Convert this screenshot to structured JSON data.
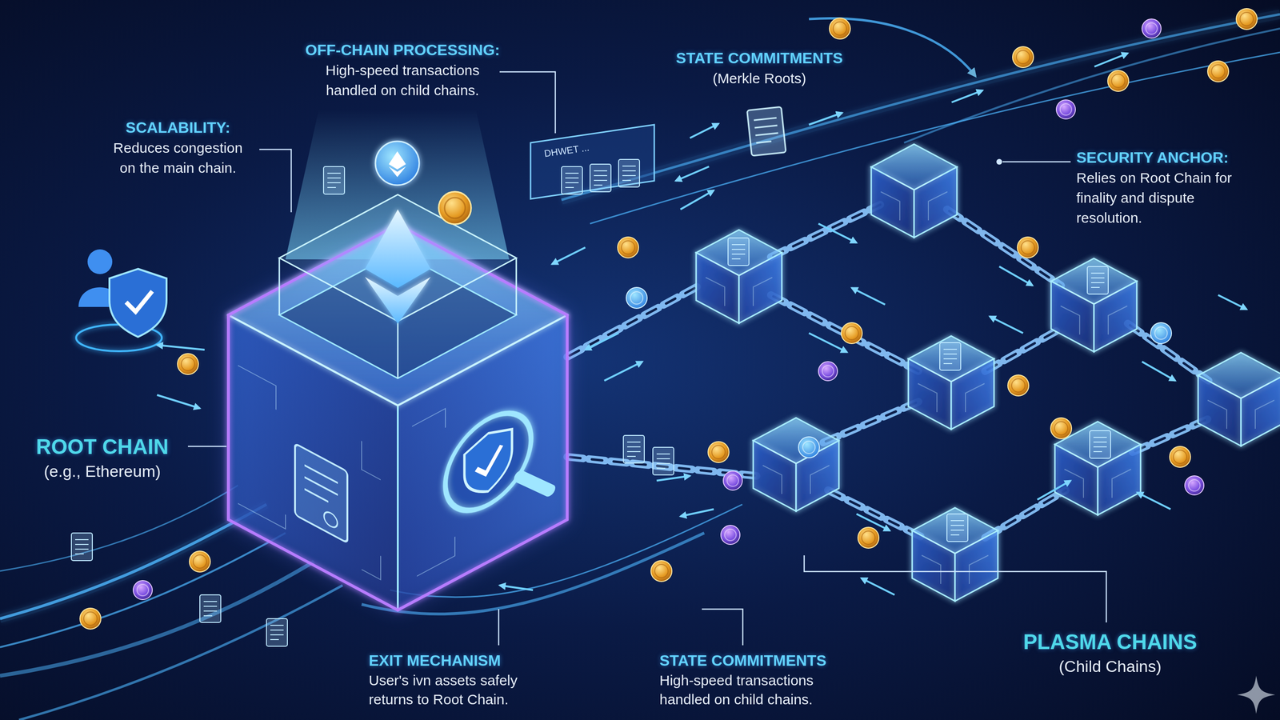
{
  "diagram": {
    "labels": [
      "OFF-CHAIN PROCESSING:",
      "High-speed transactions handled on child chains.",
      "STATE COMMITMENTS",
      "(Merkle Roots)",
      "SCALABILITY:",
      "Reduces congestion on the main chain.",
      "SECURITY ANCHOR:",
      "Relies on Root Chain for finality and dispute resolution.",
      "DHWET ...",
      "ROOT CHAIN",
      "(e.g., Ethereum)",
      "EXIT MECHANISM",
      "User's ivn assets safely returns to Root Chain.",
      "STATE COMMITMENTS",
      "High-speed transactions handled on child chains.",
      "PLASMA CHAINS",
      "(Child Chains)"
    ]
  }
}
